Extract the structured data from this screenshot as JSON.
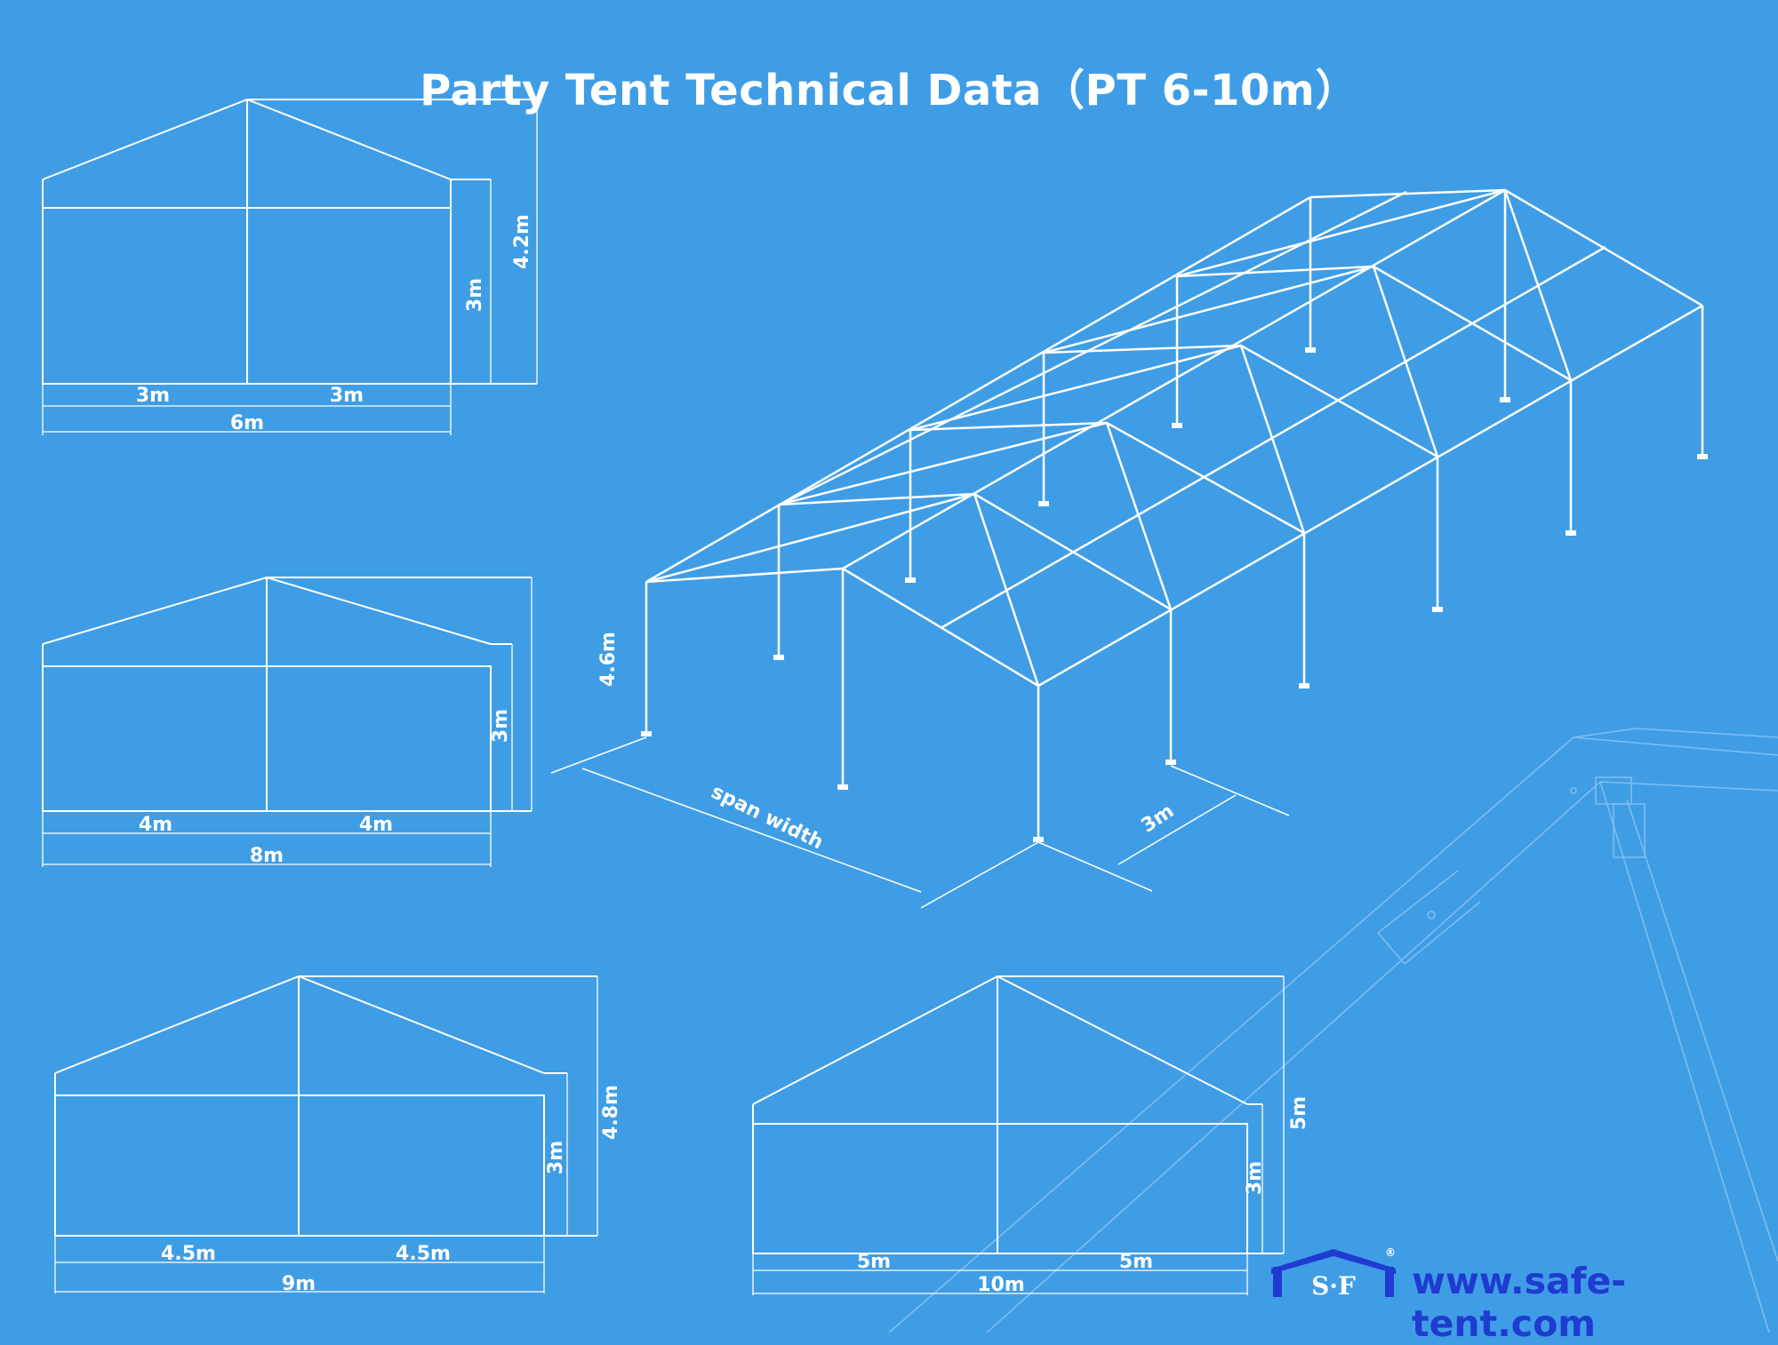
{
  "title": "Party Tent Technical  Data（PT 6-10m）",
  "website": "www.safe-tent.com",
  "logo": {
    "text": "S·F",
    "registered_mark": "®",
    "color": "#1f3bd0"
  },
  "colors": {
    "background": "#3f9de6",
    "line": "#ffffff"
  },
  "diagram": {
    "front_views": [
      {
        "id": "pt6",
        "half_left": "3m",
        "half_right": "3m",
        "total_span": "6m",
        "eave_height": "3m",
        "ridge_height": "4.2m"
      },
      {
        "id": "pt8",
        "half_left": "4m",
        "half_right": "4m",
        "total_span": "8m",
        "eave_height": "3m",
        "ridge_height": ""
      },
      {
        "id": "pt9",
        "half_left": "4.5m",
        "half_right": "4.5m",
        "total_span": "9m",
        "eave_height": "3m",
        "ridge_height": "4.8m"
      },
      {
        "id": "pt10",
        "half_left": "5m",
        "half_right": "5m",
        "total_span": "10m",
        "eave_height": "3m",
        "ridge_height": "5m"
      }
    ],
    "isometric": {
      "height_label": "4.6m",
      "span_label": "span width",
      "bay_label": "3m"
    }
  }
}
